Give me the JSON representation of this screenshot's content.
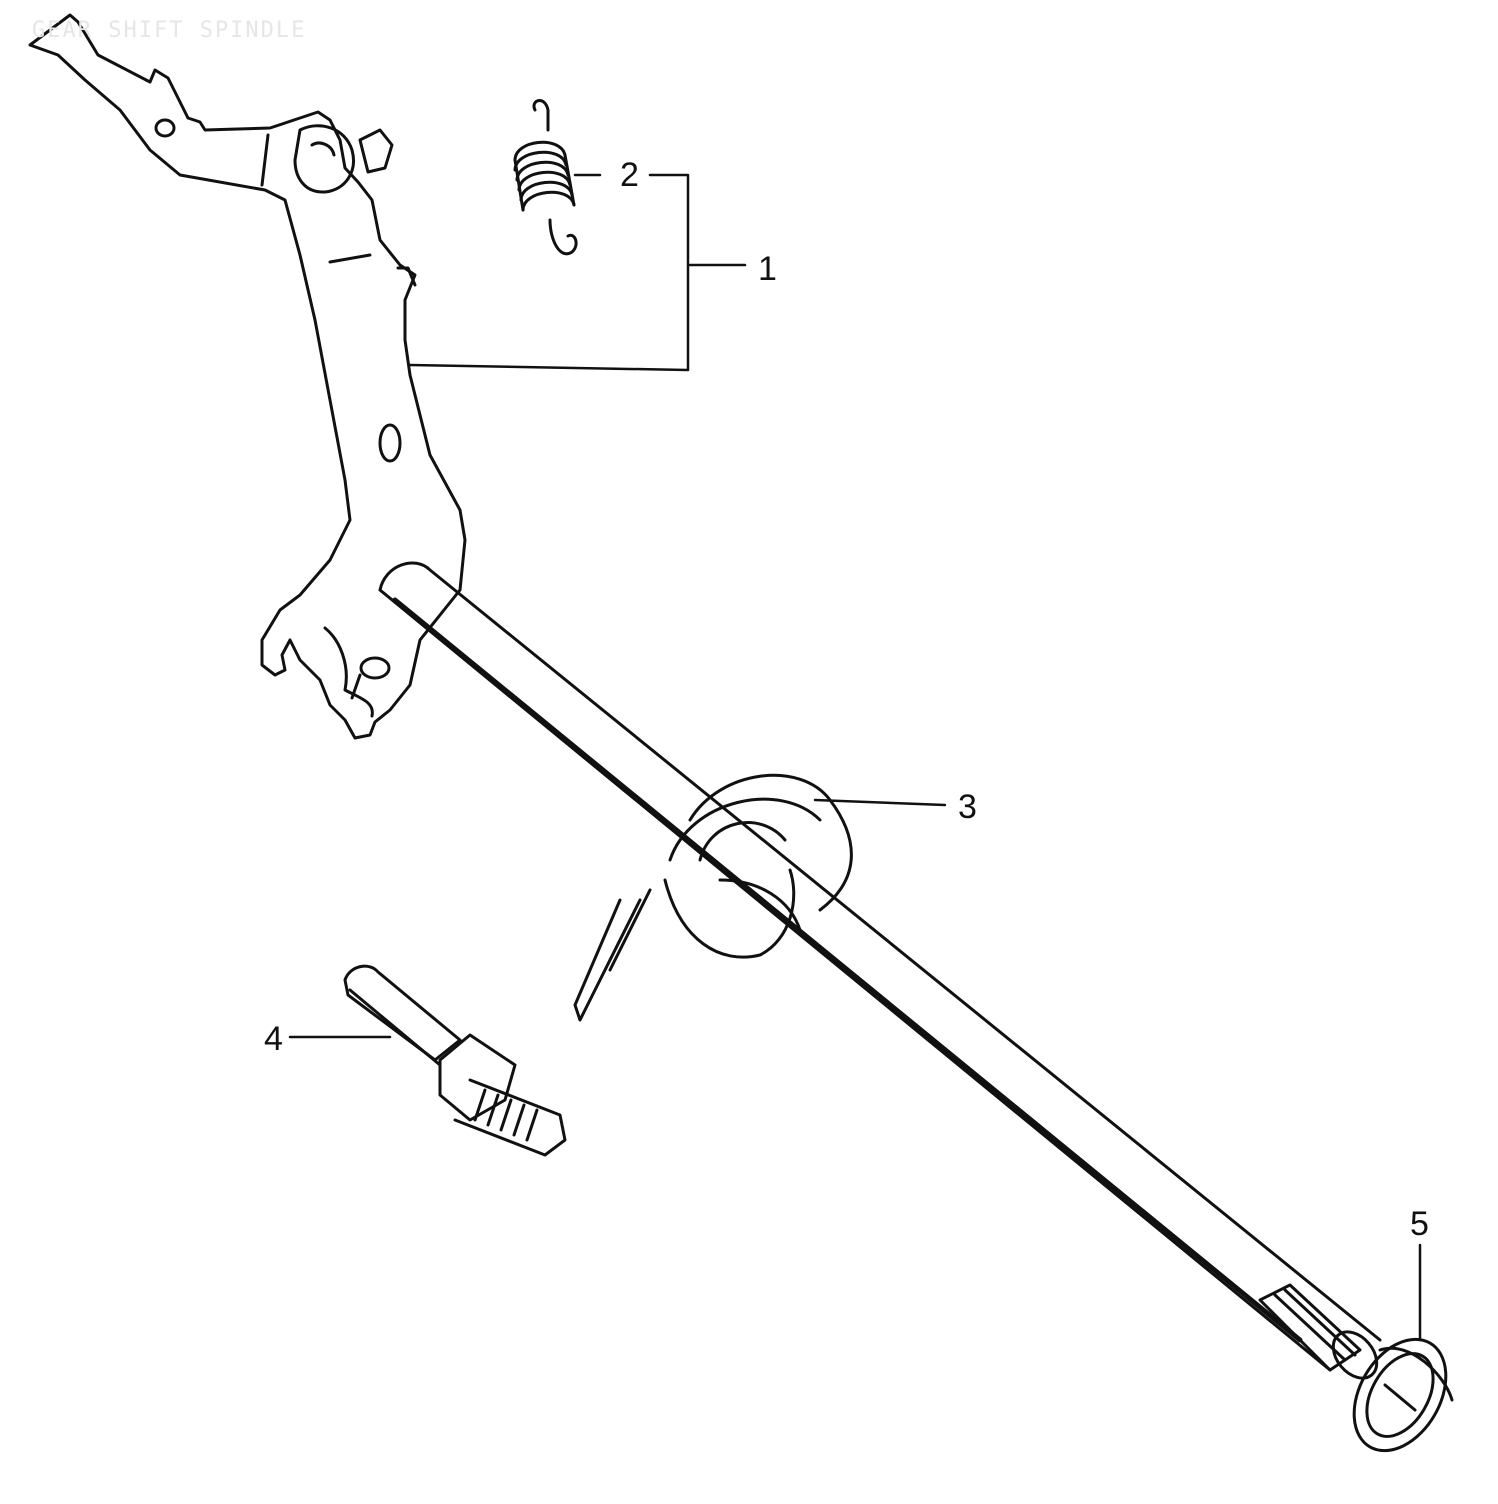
{
  "diagram": {
    "watermark_title": "GEAR SHIFT SPINDLE",
    "callouts": [
      {
        "id": "1"
      },
      {
        "id": "2"
      },
      {
        "id": "3"
      },
      {
        "id": "4"
      },
      {
        "id": "5"
      }
    ]
  },
  "colors": {
    "ink": "#111111",
    "paper": "#ffffff",
    "watermark": "#e6e6e6"
  }
}
